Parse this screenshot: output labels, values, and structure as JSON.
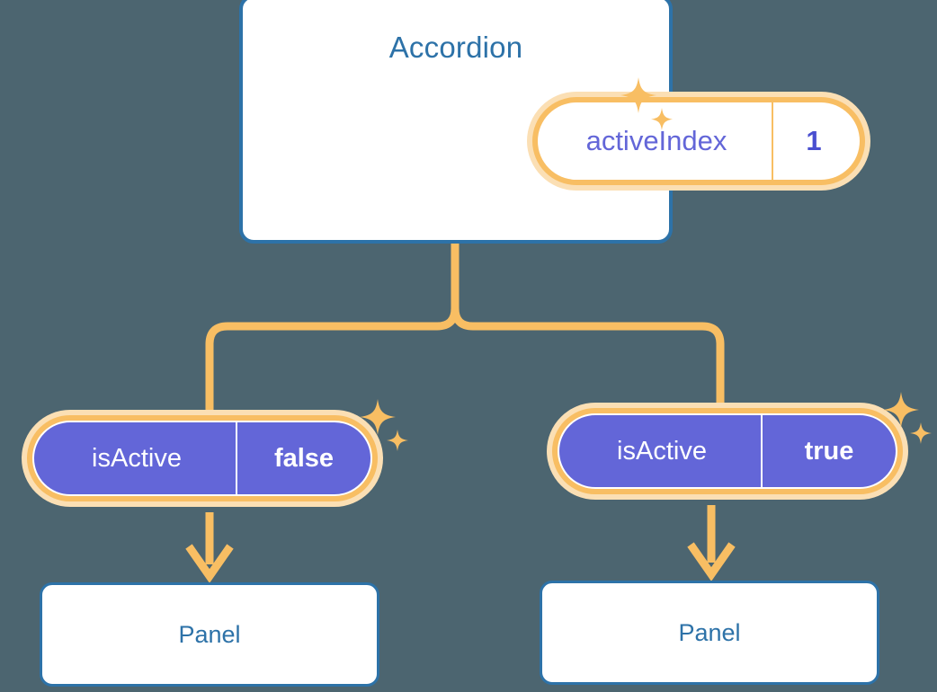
{
  "theme": {
    "background": "#4c6570",
    "card_border": "#2d72a8",
    "card_fill": "#ffffff",
    "title_text": "#2d72a8",
    "connector": "#f8be63",
    "ring_glow": "#fbdfb4",
    "ring_solid": "#f8be63",
    "pill_purple": "#6366d8",
    "prop_key_text": "#6366d8",
    "prop_value_text": "#4a4fd0",
    "sparkle": "#f8be63"
  },
  "tree": {
    "root": {
      "title": "Accordion",
      "prop": {
        "key": "activeIndex",
        "value": "1"
      }
    },
    "branches": [
      {
        "prop": {
          "key": "isActive",
          "value": "false"
        },
        "child": {
          "title": "Panel"
        }
      },
      {
        "prop": {
          "key": "isActive",
          "value": "true"
        },
        "child": {
          "title": "Panel"
        }
      }
    ]
  },
  "icons": {
    "sparkle_large": "four-point-star",
    "sparkle_small": "four-point-star-small",
    "arrow": "arrow-down"
  }
}
